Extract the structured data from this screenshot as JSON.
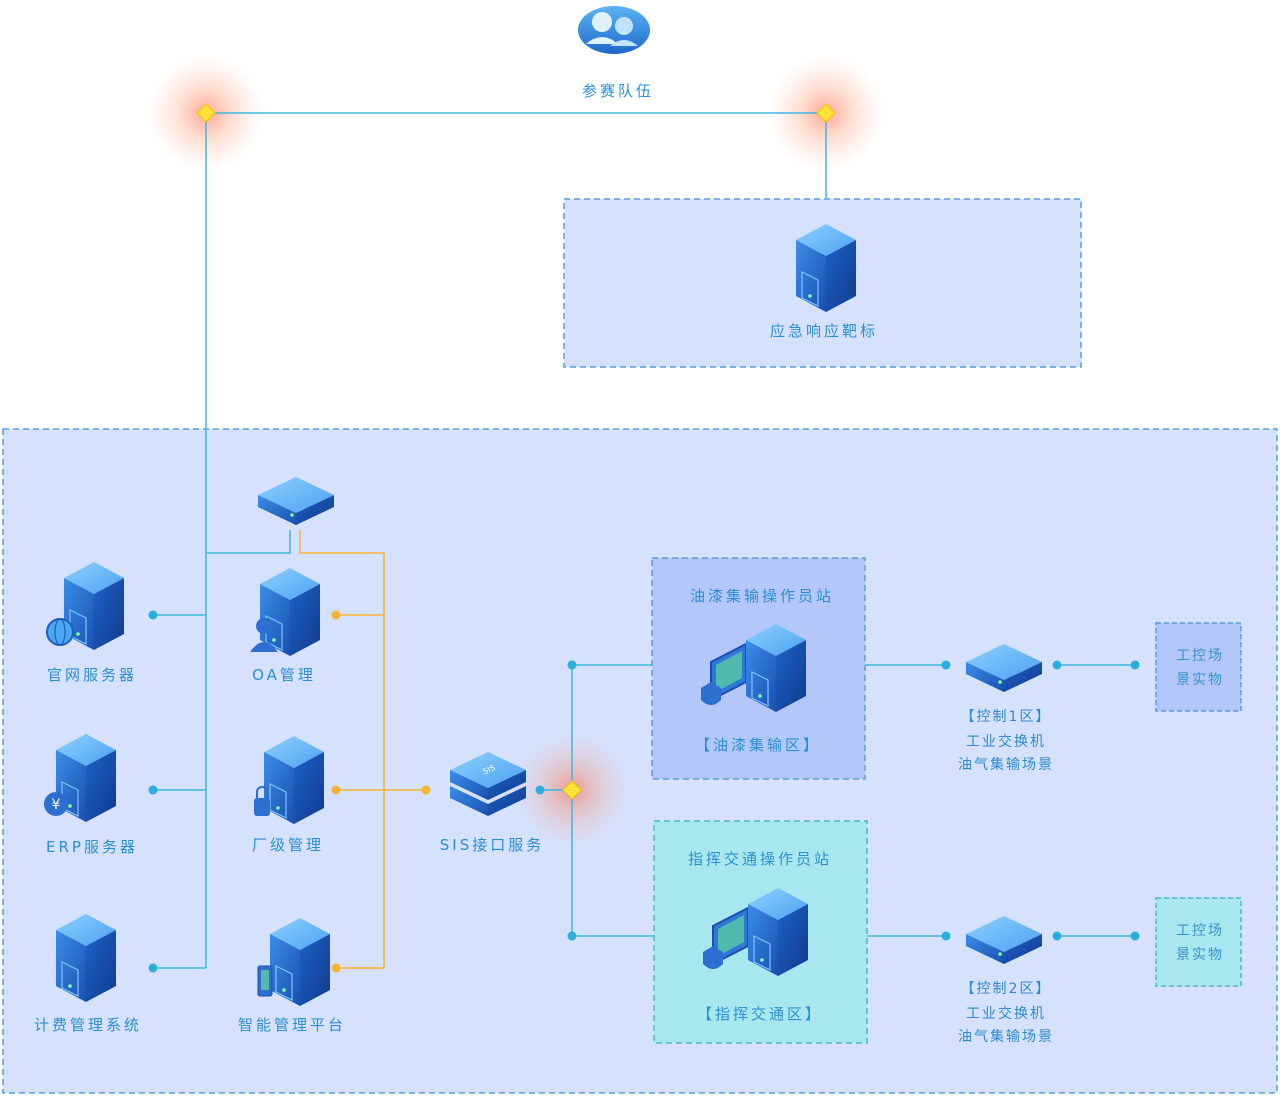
{
  "team": {
    "label": "参赛队伍",
    "icon": "users-cloud-icon"
  },
  "emergency_target": {
    "label": "应急响应靶标",
    "icon": "server-icon"
  },
  "servers_left": [
    {
      "label": "官网服务器",
      "icon": "globe-server-icon"
    },
    {
      "label": "ERP服务器",
      "icon": "yuan-server-icon"
    },
    {
      "label": "计费管理系统",
      "icon": "server-icon"
    }
  ],
  "servers_mid": [
    {
      "label": "OA管理",
      "icon": "user-server-icon"
    },
    {
      "label": "厂级管理",
      "icon": "lock-server-icon"
    },
    {
      "label": "智能管理平台",
      "icon": "mobile-server-icon"
    }
  ],
  "switch_top": {
    "icon": "switch-icon"
  },
  "sis": {
    "label": "SIS接口服务",
    "icon": "sis-server-icon",
    "badge": "SIS"
  },
  "stations": [
    {
      "title": "油漆集输操作员站",
      "zone": "【油漆集输区】",
      "icon": "workstation-icon"
    },
    {
      "title": "指挥交通操作员站",
      "zone": "【指挥交通区】",
      "icon": "workstation-icon"
    }
  ],
  "switches": [
    {
      "zone": "【控制1区】",
      "line1": "工业交换机",
      "line2": "油气集输场景",
      "icon": "switch-icon"
    },
    {
      "zone": "【控制2区】",
      "line1": "工业交换机",
      "line2": "油气集输场景",
      "icon": "switch-icon"
    }
  ],
  "field_objects": [
    {
      "line1": "工控场",
      "line2": "景实物"
    },
    {
      "line1": "工控场",
      "line2": "景实物"
    }
  ],
  "colors": {
    "region_fill": "#d5e1fd",
    "region_border": "#5a9de0",
    "station1_fill": "#b3c7fb",
    "station2_fill": "#a8e6f0",
    "line_blue": "#3fb7e0",
    "line_orange": "#f5b432",
    "junction": "#ffe23a",
    "glow": "#ff7a50"
  }
}
